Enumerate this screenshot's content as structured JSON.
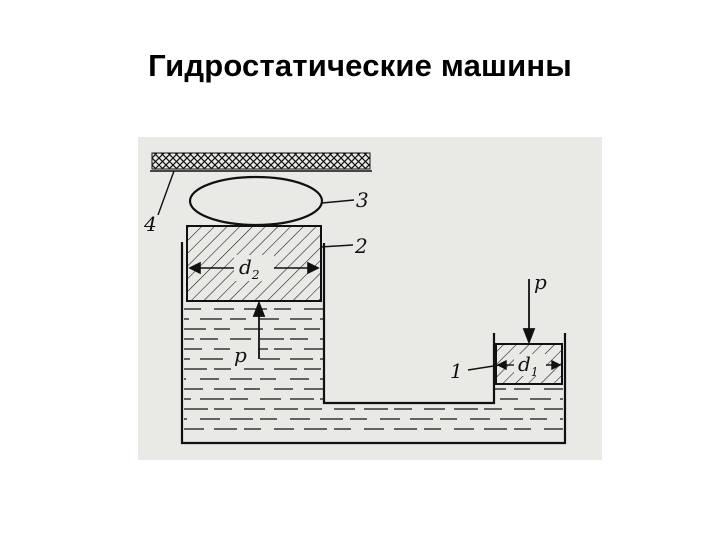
{
  "title": "Гидростатические машины",
  "labels": {
    "d2": "d",
    "d2_sub": "2",
    "d1": "d",
    "d1_sub": "1",
    "p_left": "p",
    "p_right": "p",
    "n1": "1",
    "n2": "2",
    "n3": "3",
    "n4": "4"
  },
  "colors": {
    "background": "#ffffff",
    "figure_bg": "#e9e9e6",
    "ink": "#111111"
  }
}
